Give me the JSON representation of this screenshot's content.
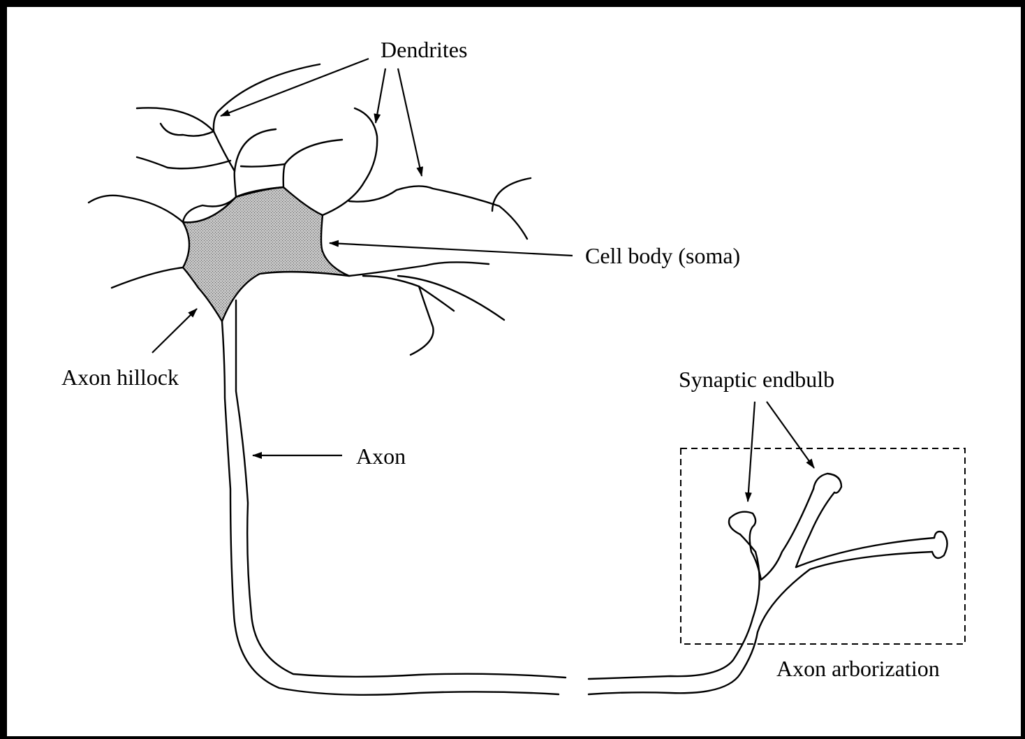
{
  "labels": {
    "dendrites": "Dendrites",
    "cell_body": "Cell body (soma)",
    "axon_hillock": "Axon hillock",
    "synaptic_endbulb": "Synaptic endbulb",
    "axon": "Axon",
    "axon_arborization": "Axon arborization"
  },
  "colors": {
    "background": "#ffffff",
    "frame": "#000000",
    "ink": "#000000",
    "soma_fill": "#a8a8a8"
  }
}
